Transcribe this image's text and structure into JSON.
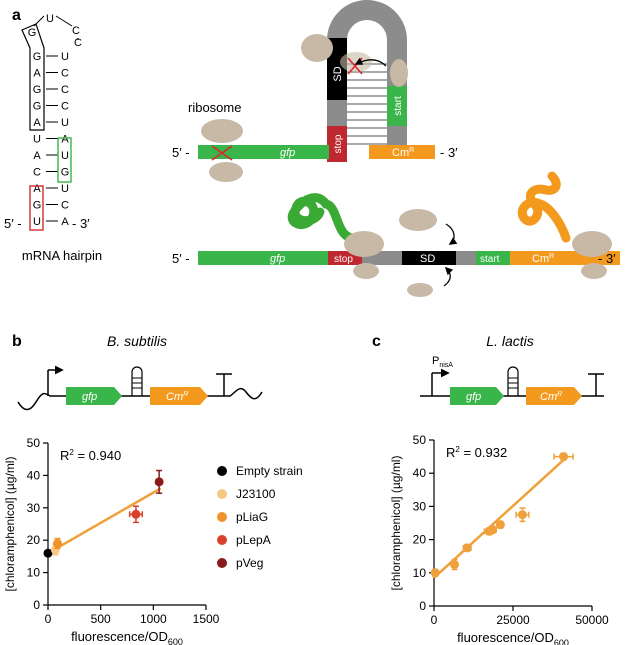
{
  "panels": {
    "a": {
      "label": "a",
      "hairpin": {
        "bases_top": [
          "U",
          "C"
        ],
        "loop_left": "G",
        "loop_right": "C",
        "stem_left": [
          "G",
          "A",
          "G",
          "G",
          "A"
        ],
        "stem_right": [
          "U",
          "C",
          "C",
          "C",
          "U"
        ],
        "mid_left": [
          "U",
          "A",
          "C"
        ],
        "mid_right": [
          "A",
          "U",
          "G"
        ],
        "bot_left": [
          "A",
          "G",
          "U"
        ],
        "bot_right": [
          "U",
          "C",
          "A"
        ],
        "five_prime": "5′ -",
        "three_prime": "- 3′",
        "caption": "mRNA hairpin"
      },
      "top_diagram": {
        "ribosome_label": "ribosome",
        "five_prime": "5′ -",
        "three_prime": "- 3′",
        "gfp": "gfp",
        "stop": "stop",
        "start": "start",
        "sd": "SD",
        "cm_main": "Cm",
        "cm_sup": "R"
      },
      "bottom_diagram": {
        "five_prime": "5′ -",
        "three_prime": "- 3′",
        "gfp": "gfp",
        "stop": "stop",
        "sd": "SD",
        "start": "start",
        "cm_main": "Cm",
        "cm_sup": "R"
      }
    },
    "b": {
      "label": "b",
      "organism": "B. subtilis",
      "gfp": "gfp",
      "cm_main": "Cm",
      "cm_sup": "R"
    },
    "c": {
      "label": "c",
      "organism": "L. lactis",
      "promoter_main": "P",
      "promoter_sub": "nisA",
      "gfp": "gfp",
      "cm_main": "Cm",
      "cm_sup": "R"
    }
  },
  "colors": {
    "green": "#3aaa35",
    "orange": "#f39a1e",
    "red": "#c0282f",
    "gray": "#8c8c8c",
    "black": "#000000",
    "ribosome": "#c8b9a6",
    "box_green": "#39b54a",
    "box_red": "#d9272e",
    "pt_empty": "#000000",
    "pt_j23100": "#f6c785",
    "pt_pliag": "#f0912c",
    "pt_plepa": "#d9412b",
    "pt_pveg": "#8b1a1a"
  },
  "chart_data": [
    {
      "type": "scatter",
      "panel": "b",
      "title": "",
      "xlabel_main": "fluorescence/OD",
      "xlabel_sub": "600",
      "ylabel": "[chloramphenicol] (µg/ml)",
      "xlim": [
        0,
        1500
      ],
      "ylim": [
        0,
        50
      ],
      "xticks": [
        0,
        500,
        1000,
        1500
      ],
      "yticks": [
        0,
        10,
        20,
        30,
        40,
        50
      ],
      "annotation_main": "R",
      "annotation_sup": "2",
      "annotation_rest": " = 0.940",
      "fit_line": [
        [
          0,
          16
        ],
        [
          1070,
          36
        ]
      ],
      "legend_position": "right",
      "series": [
        {
          "name": "Empty strain",
          "color": "#000000",
          "points": [
            {
              "x": 0,
              "y": 16,
              "xerr": 0,
              "yerr": 0
            }
          ]
        },
        {
          "name": "J23100",
          "color": "#f6c785",
          "points": [
            {
              "x": 70,
              "y": 17,
              "xerr": 10,
              "yerr": 1.5
            }
          ]
        },
        {
          "name": "pLiaG",
          "color": "#f0912c",
          "points": [
            {
              "x": 90,
              "y": 19,
              "xerr": 10,
              "yerr": 1.5
            }
          ]
        },
        {
          "name": "pLepA",
          "color": "#d9412b",
          "points": [
            {
              "x": 835,
              "y": 28,
              "xerr": 60,
              "yerr": 2.5
            }
          ]
        },
        {
          "name": "pVeg",
          "color": "#8b1a1a",
          "points": [
            {
              "x": 1055,
              "y": 38,
              "xerr": 25,
              "yerr": 3.5
            }
          ]
        }
      ]
    },
    {
      "type": "scatter",
      "panel": "c",
      "title": "",
      "xlabel_main": "fluorescence/OD",
      "xlabel_sub": "600",
      "ylabel": "[chloramphenicol] (µg/ml)",
      "xlim": [
        0,
        50000
      ],
      "ylim": [
        0,
        50
      ],
      "xticks": [
        0,
        25000,
        50000
      ],
      "yticks": [
        0,
        10,
        20,
        30,
        40,
        50
      ],
      "annotation_main": "R",
      "annotation_sup": "2",
      "annotation_rest": " = 0.932",
      "fit_line": [
        [
          0,
          8.5
        ],
        [
          41000,
          44
        ]
      ],
      "series": [
        {
          "name": "",
          "color": "#f0a03a",
          "points": [
            {
              "x": 400,
              "y": 10,
              "xerr": 500,
              "yerr": 1
            },
            {
              "x": 6500,
              "y": 12.5,
              "xerr": 800,
              "yerr": 1.5
            },
            {
              "x": 10500,
              "y": 17.5,
              "xerr": 1200,
              "yerr": 1
            },
            {
              "x": 17500,
              "y": 22.5,
              "xerr": 1500,
              "yerr": 1
            },
            {
              "x": 18500,
              "y": 23,
              "xerr": 1200,
              "yerr": 1
            },
            {
              "x": 21000,
              "y": 24.5,
              "xerr": 800,
              "yerr": 1
            },
            {
              "x": 28000,
              "y": 27.5,
              "xerr": 2000,
              "yerr": 2
            },
            {
              "x": 41000,
              "y": 45,
              "xerr": 3000,
              "yerr": 1
            }
          ]
        }
      ]
    }
  ]
}
